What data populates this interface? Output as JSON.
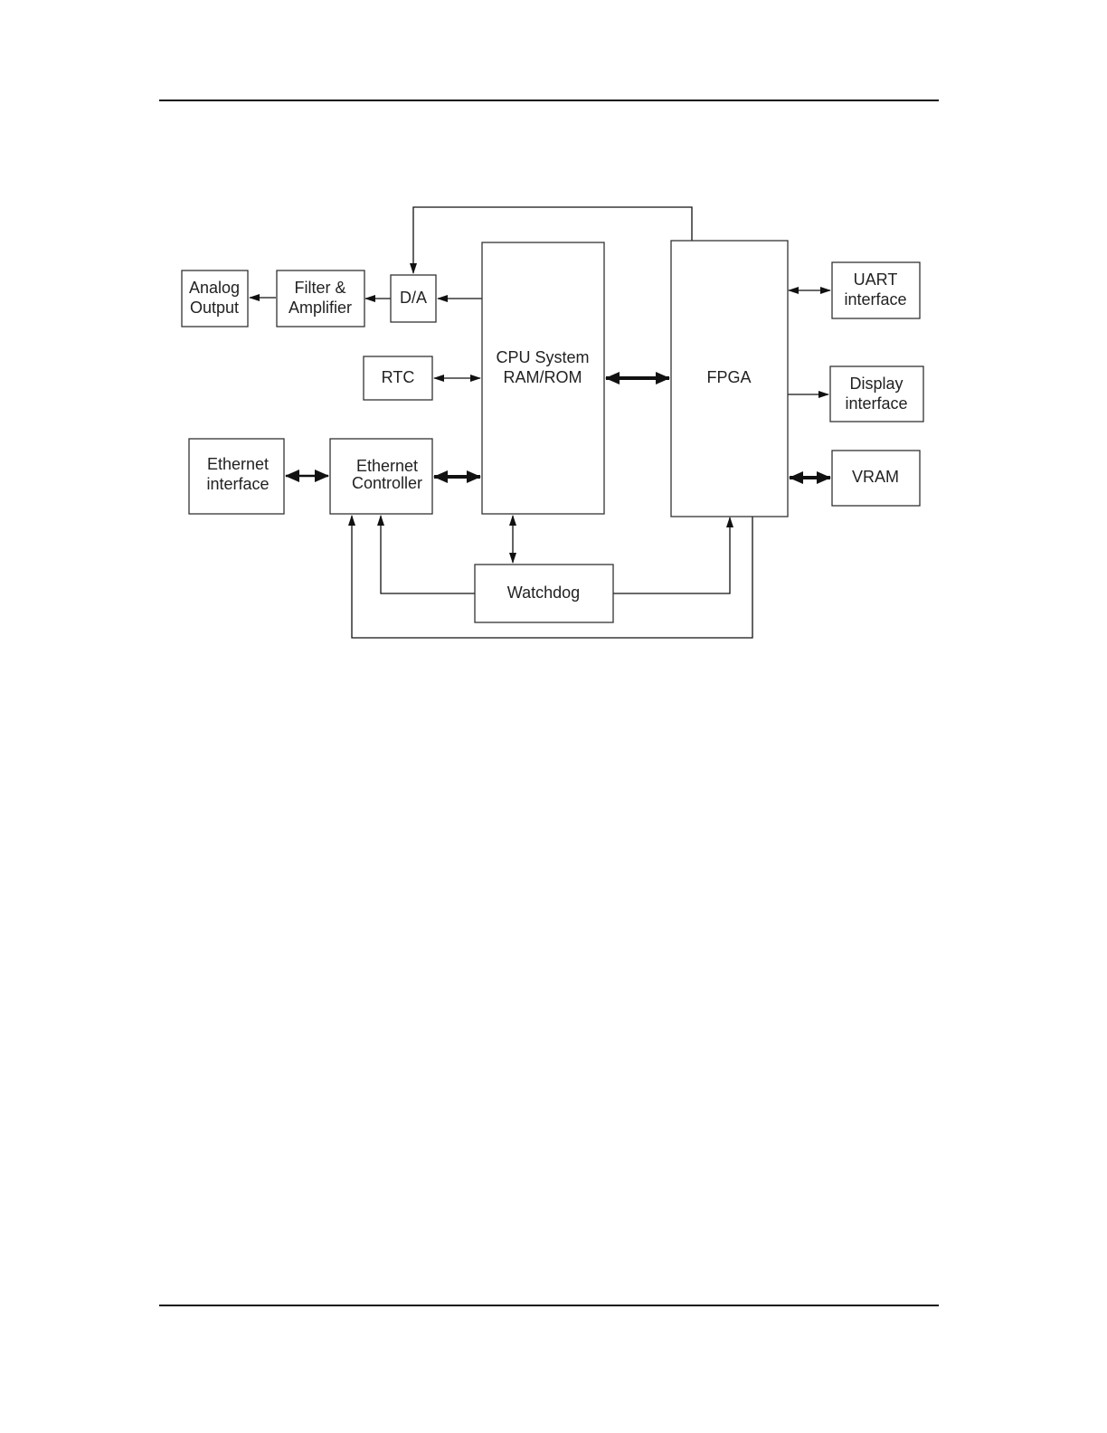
{
  "blocks": {
    "analog_output": [
      "Analog",
      "Output"
    ],
    "filter_amplifier": [
      "Filter &",
      "Amplifier"
    ],
    "da": [
      "D/A"
    ],
    "rtc": [
      "RTC"
    ],
    "cpu_system": [
      "CPU System",
      "RAM/ROM"
    ],
    "fpga": [
      "FPGA"
    ],
    "uart_interface": [
      "UART",
      "interface"
    ],
    "display_interface": [
      "Display",
      "interface"
    ],
    "vram": [
      "VRAM"
    ],
    "ethernet_interface": [
      "Ethernet",
      "interface"
    ],
    "ethernet_controller": [
      "Ethernet",
      "Controller"
    ],
    "watchdog": [
      "Watchdog"
    ]
  }
}
